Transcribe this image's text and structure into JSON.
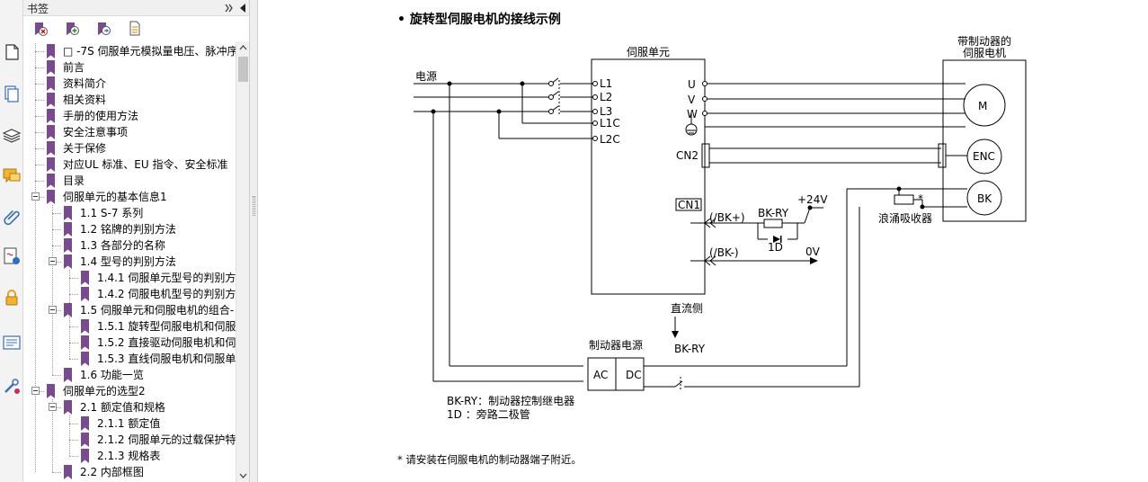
{
  "panel": {
    "title": "书签"
  },
  "bookmarks": [
    {
      "label": "□ -7S 伺服单元模拟量电压、脉冲序"
    },
    {
      "label": "前言"
    },
    {
      "label": "资料简介"
    },
    {
      "label": "相关资料"
    },
    {
      "label": "手册的使用方法"
    },
    {
      "label": "安全注意事项"
    },
    {
      "label": "关于保修"
    },
    {
      "label": "对应UL 标准、EU 指令、安全标准"
    },
    {
      "label": "目录"
    },
    {
      "label": "伺服单元的基本信息1"
    },
    {
      "label": "1.1 S-7 系列"
    },
    {
      "label": "1.2 铭牌的判别方法"
    },
    {
      "label": "1.3 各部分的名称"
    },
    {
      "label": "1.4 型号的判别方法"
    },
    {
      "label": "1.4.1 伺服单元型号的判别方"
    },
    {
      "label": "1.4.2 伺服电机型号的判别方"
    },
    {
      "label": "1.5 伺服单元和伺服电机的组合-"
    },
    {
      "label": "1.5.1 旋转型伺服电机和伺服"
    },
    {
      "label": "1.5.2 直接驱动伺服电机和伺"
    },
    {
      "label": "1.5.3 直线伺服电机和伺服单"
    },
    {
      "label": "1.6 功能一览"
    },
    {
      "label": "伺服单元的选型2"
    },
    {
      "label": "2.1 额定值和规格"
    },
    {
      "label": "2.1.1 额定值"
    },
    {
      "label": "2.1.2 伺服单元的过载保护特"
    },
    {
      "label": "2.1.3 规格表"
    },
    {
      "label": "2.2 内部框图"
    }
  ],
  "document": {
    "heading": "•  旋转型伺服电机的接线示例",
    "note": "* 请安装在伺服电机的制动器端子附近。"
  },
  "diagram": {
    "power_label": "电源",
    "servo_unit_label": "伺服单元",
    "motor_label_line1": "带制动器的",
    "motor_label_line2": "伺服电机",
    "terminals_left": [
      "L1",
      "L2",
      "L3",
      "L1C",
      "L2C"
    ],
    "terminals_right": [
      "U",
      "V",
      "W"
    ],
    "cn2": "CN2",
    "cn1": "CN1",
    "motor_m": "M",
    "enc": "ENC",
    "bk": "BK",
    "surge_asterisk": "*",
    "surge_absorber": "浪涌吸收器",
    "bk_plus": "(/BK+)",
    "bk_minus": "(/BK-)",
    "bk_ry": "BK-RY",
    "diode": "1D",
    "v24": "+24V",
    "v0": "0V",
    "dc_side": "直流侧",
    "bk_ry_bottom": "BK-RY",
    "brake_power": "制动器电源",
    "ac": "AC",
    "dc": "DC",
    "legend_line1": "BK-RY：制动器控制继电器",
    "legend_line2": "1D     ：旁路二极管"
  },
  "colors": {
    "bookmark_icon": "#7a4a8f",
    "accent_blue": "#2a6fc9"
  }
}
